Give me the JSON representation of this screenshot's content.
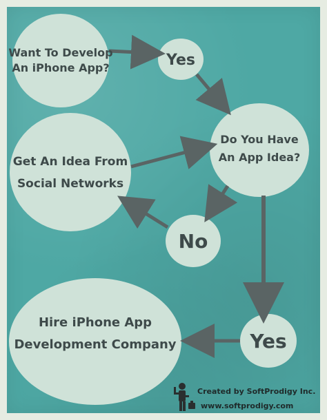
{
  "nodes": {
    "want_develop": {
      "lines": [
        "Want To Develop",
        "An iPhone App?"
      ]
    },
    "yes_top": {
      "lines": [
        "Yes"
      ]
    },
    "have_idea": {
      "lines": [
        "Do You Have",
        "An App Idea?"
      ]
    },
    "get_idea": {
      "lines": [
        "Get An Idea From",
        "Social Networks"
      ]
    },
    "no": {
      "lines": [
        "No"
      ]
    },
    "yes_bottom": {
      "lines": [
        "Yes"
      ]
    },
    "hire_company": {
      "lines": [
        "Hire iPhone App",
        "Development Company"
      ]
    }
  },
  "footer": {
    "created_by": "Created by SoftProdigy Inc.",
    "website": "www.softprodigy.com"
  },
  "colors": {
    "background": "#4ea8a4",
    "node_fill": "#cfe2d8",
    "arrow": "#5a6464",
    "text": "#3e4a4a"
  }
}
